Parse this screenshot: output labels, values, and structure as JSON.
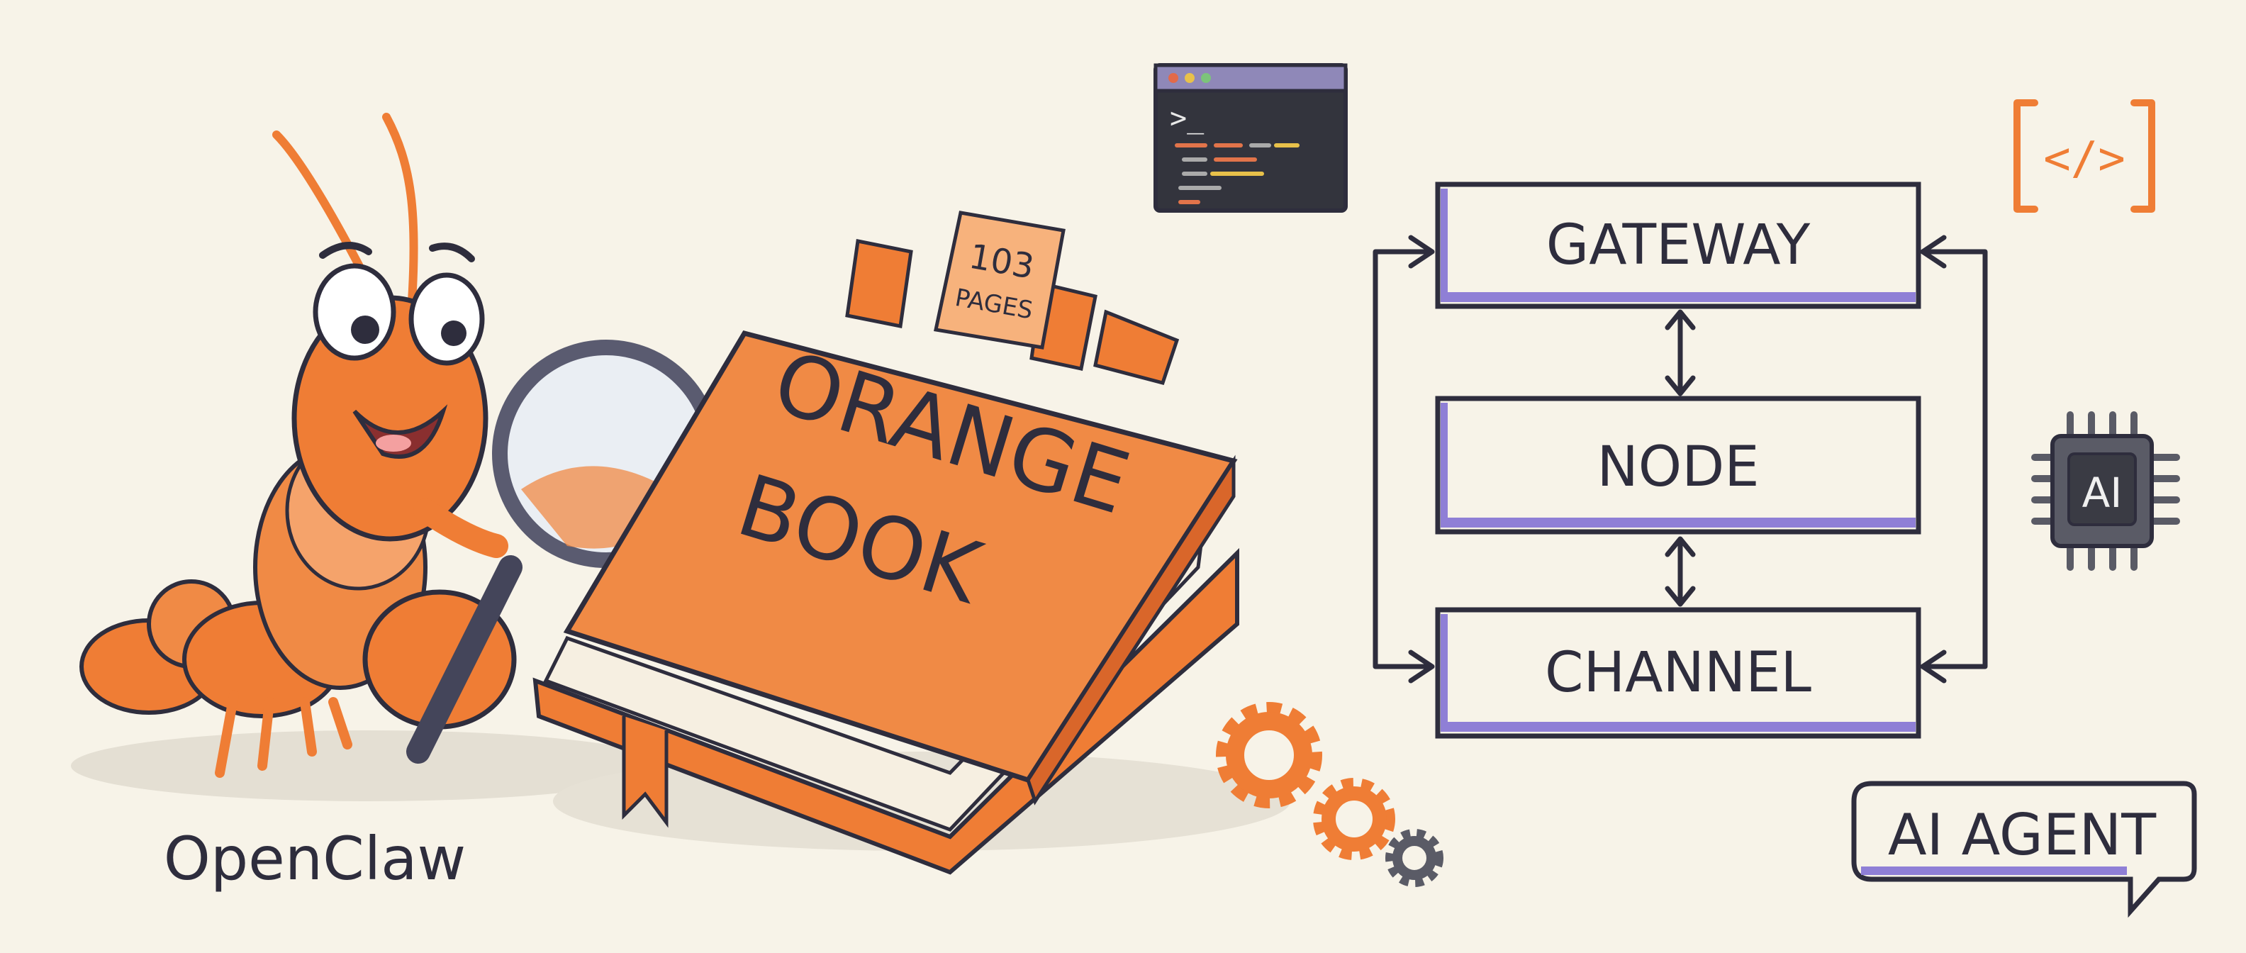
{
  "illustration": {
    "mascot_label": "OpenClaw",
    "book": {
      "title_line1": "ORANGE",
      "title_line2": "BOOK",
      "tab_count": "103",
      "tab_unit": "PAGES"
    },
    "diagram": {
      "nodes": [
        {
          "label": "GATEWAY"
        },
        {
          "label": "NODE"
        },
        {
          "label": "CHANNEL"
        }
      ]
    },
    "chip_label": "AI",
    "bubble_label": "AI AGENT",
    "code_icon": "</>",
    "terminal_prompt": ">_"
  },
  "colors": {
    "background": "#f7f3e8",
    "orange": "#ef7d35",
    "ink": "#2e2d3d",
    "purple": "#8f7fd6",
    "terminal": "#33343d"
  },
  "icons": [
    "lobster-mascot",
    "magnifying-glass-icon",
    "book-icon",
    "terminal-icon",
    "code-brackets-icon",
    "ai-chip-icon",
    "gears-icon",
    "speech-bubble-icon"
  ]
}
